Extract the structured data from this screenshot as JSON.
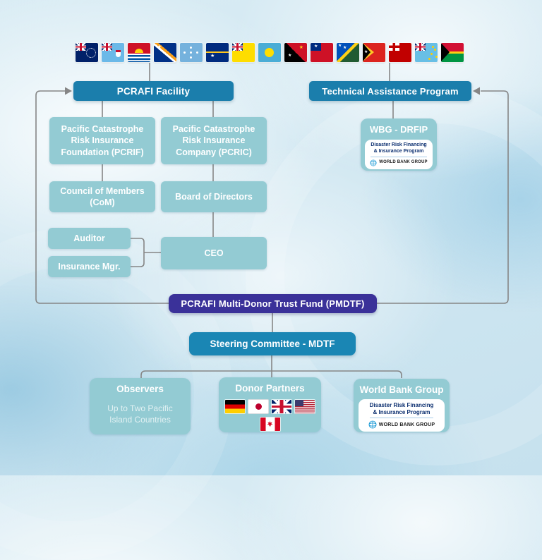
{
  "pacific_flags": [
    "Cook Islands",
    "Fiji",
    "Kiribati",
    "Marshall Islands",
    "Micronesia",
    "Nauru",
    "Niue",
    "Palau",
    "Papua New Guinea",
    "Samoa",
    "Solomon Islands",
    "Timor-Leste",
    "Tonga",
    "Tuvalu",
    "Vanuatu"
  ],
  "boxes": {
    "pcrafi_facility": "PCRAFI Facility",
    "technical_assistance": "Technical Assistance Program",
    "pcrif": "Pacific Catastrophe Risk Insurance Foundation (PCRIF)",
    "pcric": "Pacific Catastrophe Risk Insurance Company (PCRIC)",
    "council_of_members": "Council of Members (CoM)",
    "board_of_directors": "Board of Directors",
    "auditor": "Auditor",
    "insurance_mgr": "Insurance Mgr.",
    "ceo": "CEO",
    "wbg_drfip": "WBG - DRFIP",
    "pmdtf": "PCRAFI Multi-Donor Trust Fund (PMDTF)",
    "steering_committee": "Steering Committee - MDTF",
    "observers_title": "Observers",
    "observers_note": "Up to Two Pacific Island Countries",
    "donor_partners": "Donor Partners",
    "world_bank_group": "World Bank Group"
  },
  "wb_logo": {
    "program_line1": "Disaster Risk Financing",
    "program_line2": "& Insurance Program",
    "org": "WORLD BANK GROUP"
  },
  "donor_flags": [
    "Germany",
    "Japan",
    "United Kingdom",
    "United States",
    "Canada"
  ],
  "colors": {
    "header_teal": "#1b7eac",
    "light_teal": "#93cbd3",
    "trust_fund_purple": "#3a3199",
    "steering_blue": "#1a86b4",
    "connector_gray": "#868686"
  }
}
